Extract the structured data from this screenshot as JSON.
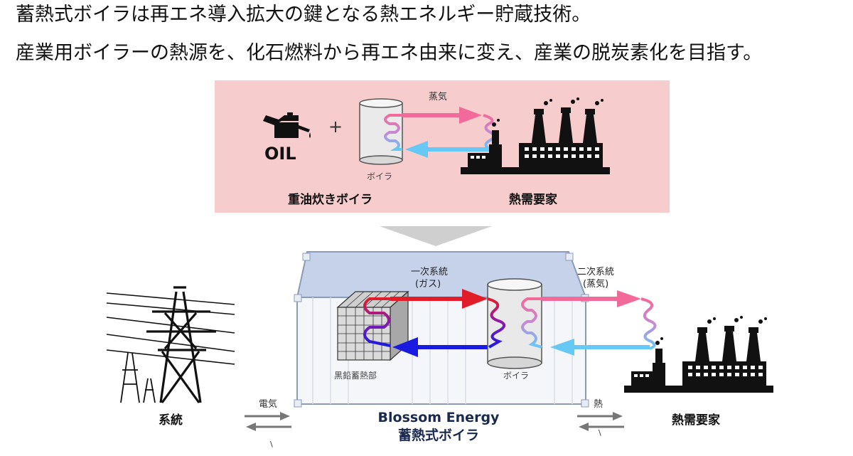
{
  "headline": {
    "line1": "蓄熱式ボイラは再エネ導入拡大の鍵となる熱エネルギー貯蔵技術。",
    "line2": "産業用ボイラーの熱源を、化石燃料から再エネ由来に変え、産業の脱炭素化を目指す。"
  },
  "top_panel": {
    "oil_text": "OIL",
    "plus": "+",
    "steam_label": "蒸気",
    "boiler_label": "ボイラ",
    "left_caption": "重油炊きボイラ",
    "right_caption": "熱需要家"
  },
  "bottom": {
    "primary_label_1": "一次系統",
    "primary_label_2": "(ガス)",
    "secondary_label_1": "二次系統",
    "secondary_label_2": "(蒸気)",
    "storage_label": "黒鉛蓄熱部",
    "boiler_label": "ボイラ",
    "grid_caption": "系統",
    "electricity_label": "電気",
    "heat_label": "熱",
    "product_name": "Blossom Energy",
    "product_type": "蓄熱式ボイラ",
    "consumer_caption": "熱需要家",
    "mark_left": "\\",
    "mark_right": "\\"
  },
  "colors": {
    "panel_pink": "#f7cccc",
    "steam_pink": "#f26a9a",
    "return_blue": "#66c8f5",
    "gas_red": "#e11d2a",
    "gas_return_blue": "#1a1ae0",
    "container_blue": "#c6d2ea",
    "caption_navy": "#1a2a4e"
  }
}
